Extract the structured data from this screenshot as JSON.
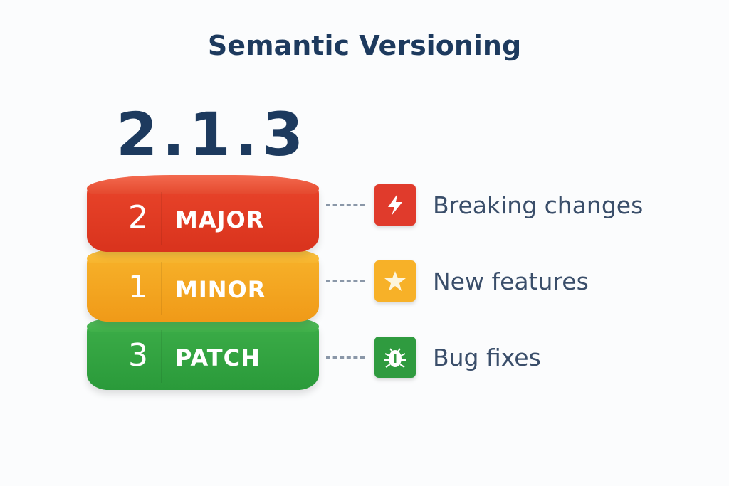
{
  "title": "Semantic Versioning",
  "version": "2.1.3",
  "layers": [
    {
      "number": "2",
      "label": "MAJOR",
      "description": "Breaking changes",
      "icon": "lightning-icon",
      "color": "#e03b22"
    },
    {
      "number": "1",
      "label": "MINOR",
      "description": "New features",
      "icon": "star-icon",
      "color": "#f5a921"
    },
    {
      "number": "3",
      "label": "PATCH",
      "description": "Bug fixes",
      "icon": "bug-icon",
      "color": "#34a444"
    }
  ]
}
